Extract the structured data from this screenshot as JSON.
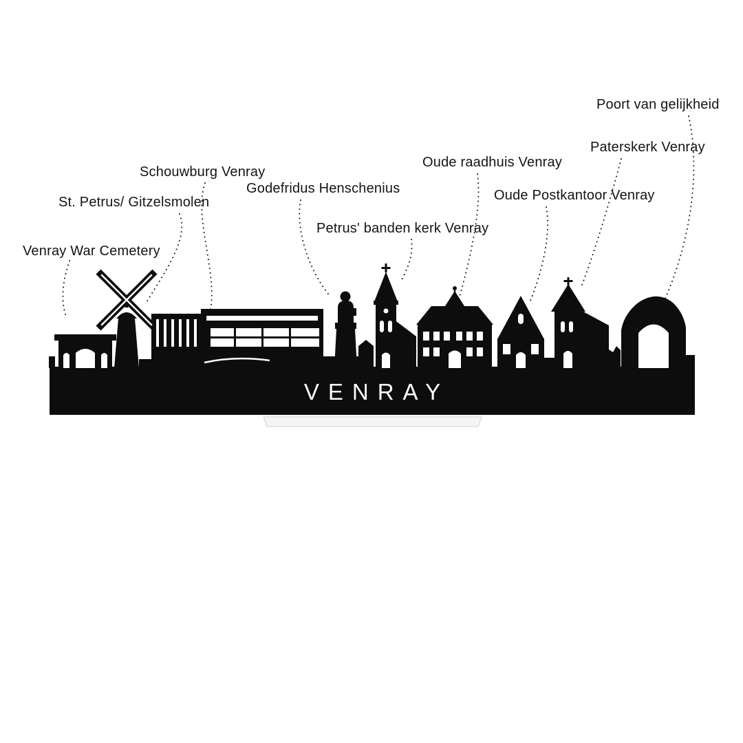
{
  "skyline": {
    "city_name": "VENRAY",
    "labels": [
      {
        "id": "poort-van-gelijkheid",
        "text": "Poort van gelijkheid"
      },
      {
        "id": "paterskerk-venray",
        "text": "Paterskerk Venray"
      },
      {
        "id": "oude-raadhuis-venray",
        "text": "Oude raadhuis Venray"
      },
      {
        "id": "schouwburg-venray",
        "text": "Schouwburg Venray"
      },
      {
        "id": "godefridus-henschenius",
        "text": "Godefridus Henschenius"
      },
      {
        "id": "oude-postkantoor-venray",
        "text": "Oude Postkantoor Venray"
      },
      {
        "id": "st-petrus-gitzelsmolen",
        "text": "St. Petrus/ Gitzelsmolen"
      },
      {
        "id": "petrus-banden-kerk-venray",
        "text": "Petrus' banden kerk Venray"
      },
      {
        "id": "venray-war-cemetery",
        "text": "Venray War Cemetery"
      }
    ],
    "colors": {
      "silhouette": "#0d0d0d",
      "background": "#ffffff",
      "label_text": "#141414",
      "stand": "#f5f5f5"
    }
  }
}
